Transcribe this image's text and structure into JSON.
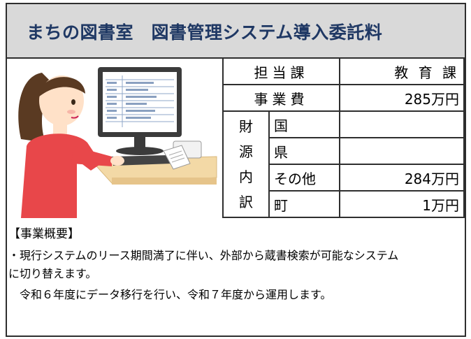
{
  "title": "まちの図書室　図書管理システム導入委託料",
  "table": {
    "tantouka_label": "担当課",
    "tantouka_value": "教 育 課",
    "jigyouhi_label": "事業費",
    "jigyouhi_value": "285万円",
    "zaigen_chars": [
      "財",
      "源",
      "内",
      "訳"
    ],
    "breakdown": [
      {
        "label": "国",
        "value": ""
      },
      {
        "label": "県",
        "value": ""
      },
      {
        "label": "その他",
        "value": "284万円"
      },
      {
        "label": "町",
        "value": "1万円"
      }
    ]
  },
  "overview": {
    "heading": "【事業概要】",
    "line1": "・現行システムのリース期間満了に伴い、外部から蔵書検索が可能なシステム",
    "line2": "に切り替えます。",
    "line3": "　令和６年度にデータ移行を行い、令和７年度から運用します。"
  }
}
